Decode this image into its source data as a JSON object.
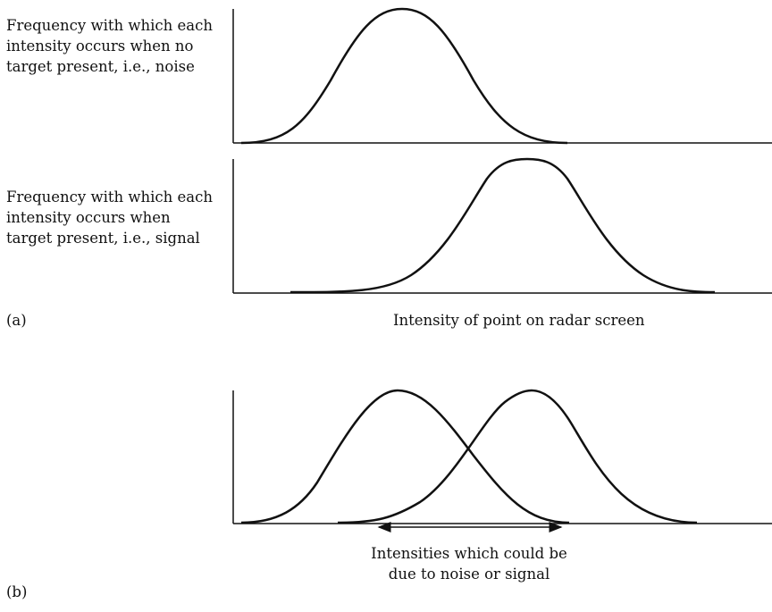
{
  "panel_a": {
    "letter": "(a)",
    "noise_label_lines": [
      "Frequency with which each",
      "intensity occurs when no",
      "target present, i.e., noise"
    ],
    "signal_label_lines": [
      "Frequency with which each",
      "intensity occurs when",
      "target present, i.e., signal"
    ],
    "x_axis_label": "Intensity of point on radar screen"
  },
  "panel_b": {
    "letter": "(b)",
    "overlap_label_lines": [
      "Intensities which could be",
      "due to noise or signal"
    ]
  },
  "colors": {
    "stroke": "#111111",
    "background": "#ffffff"
  }
}
